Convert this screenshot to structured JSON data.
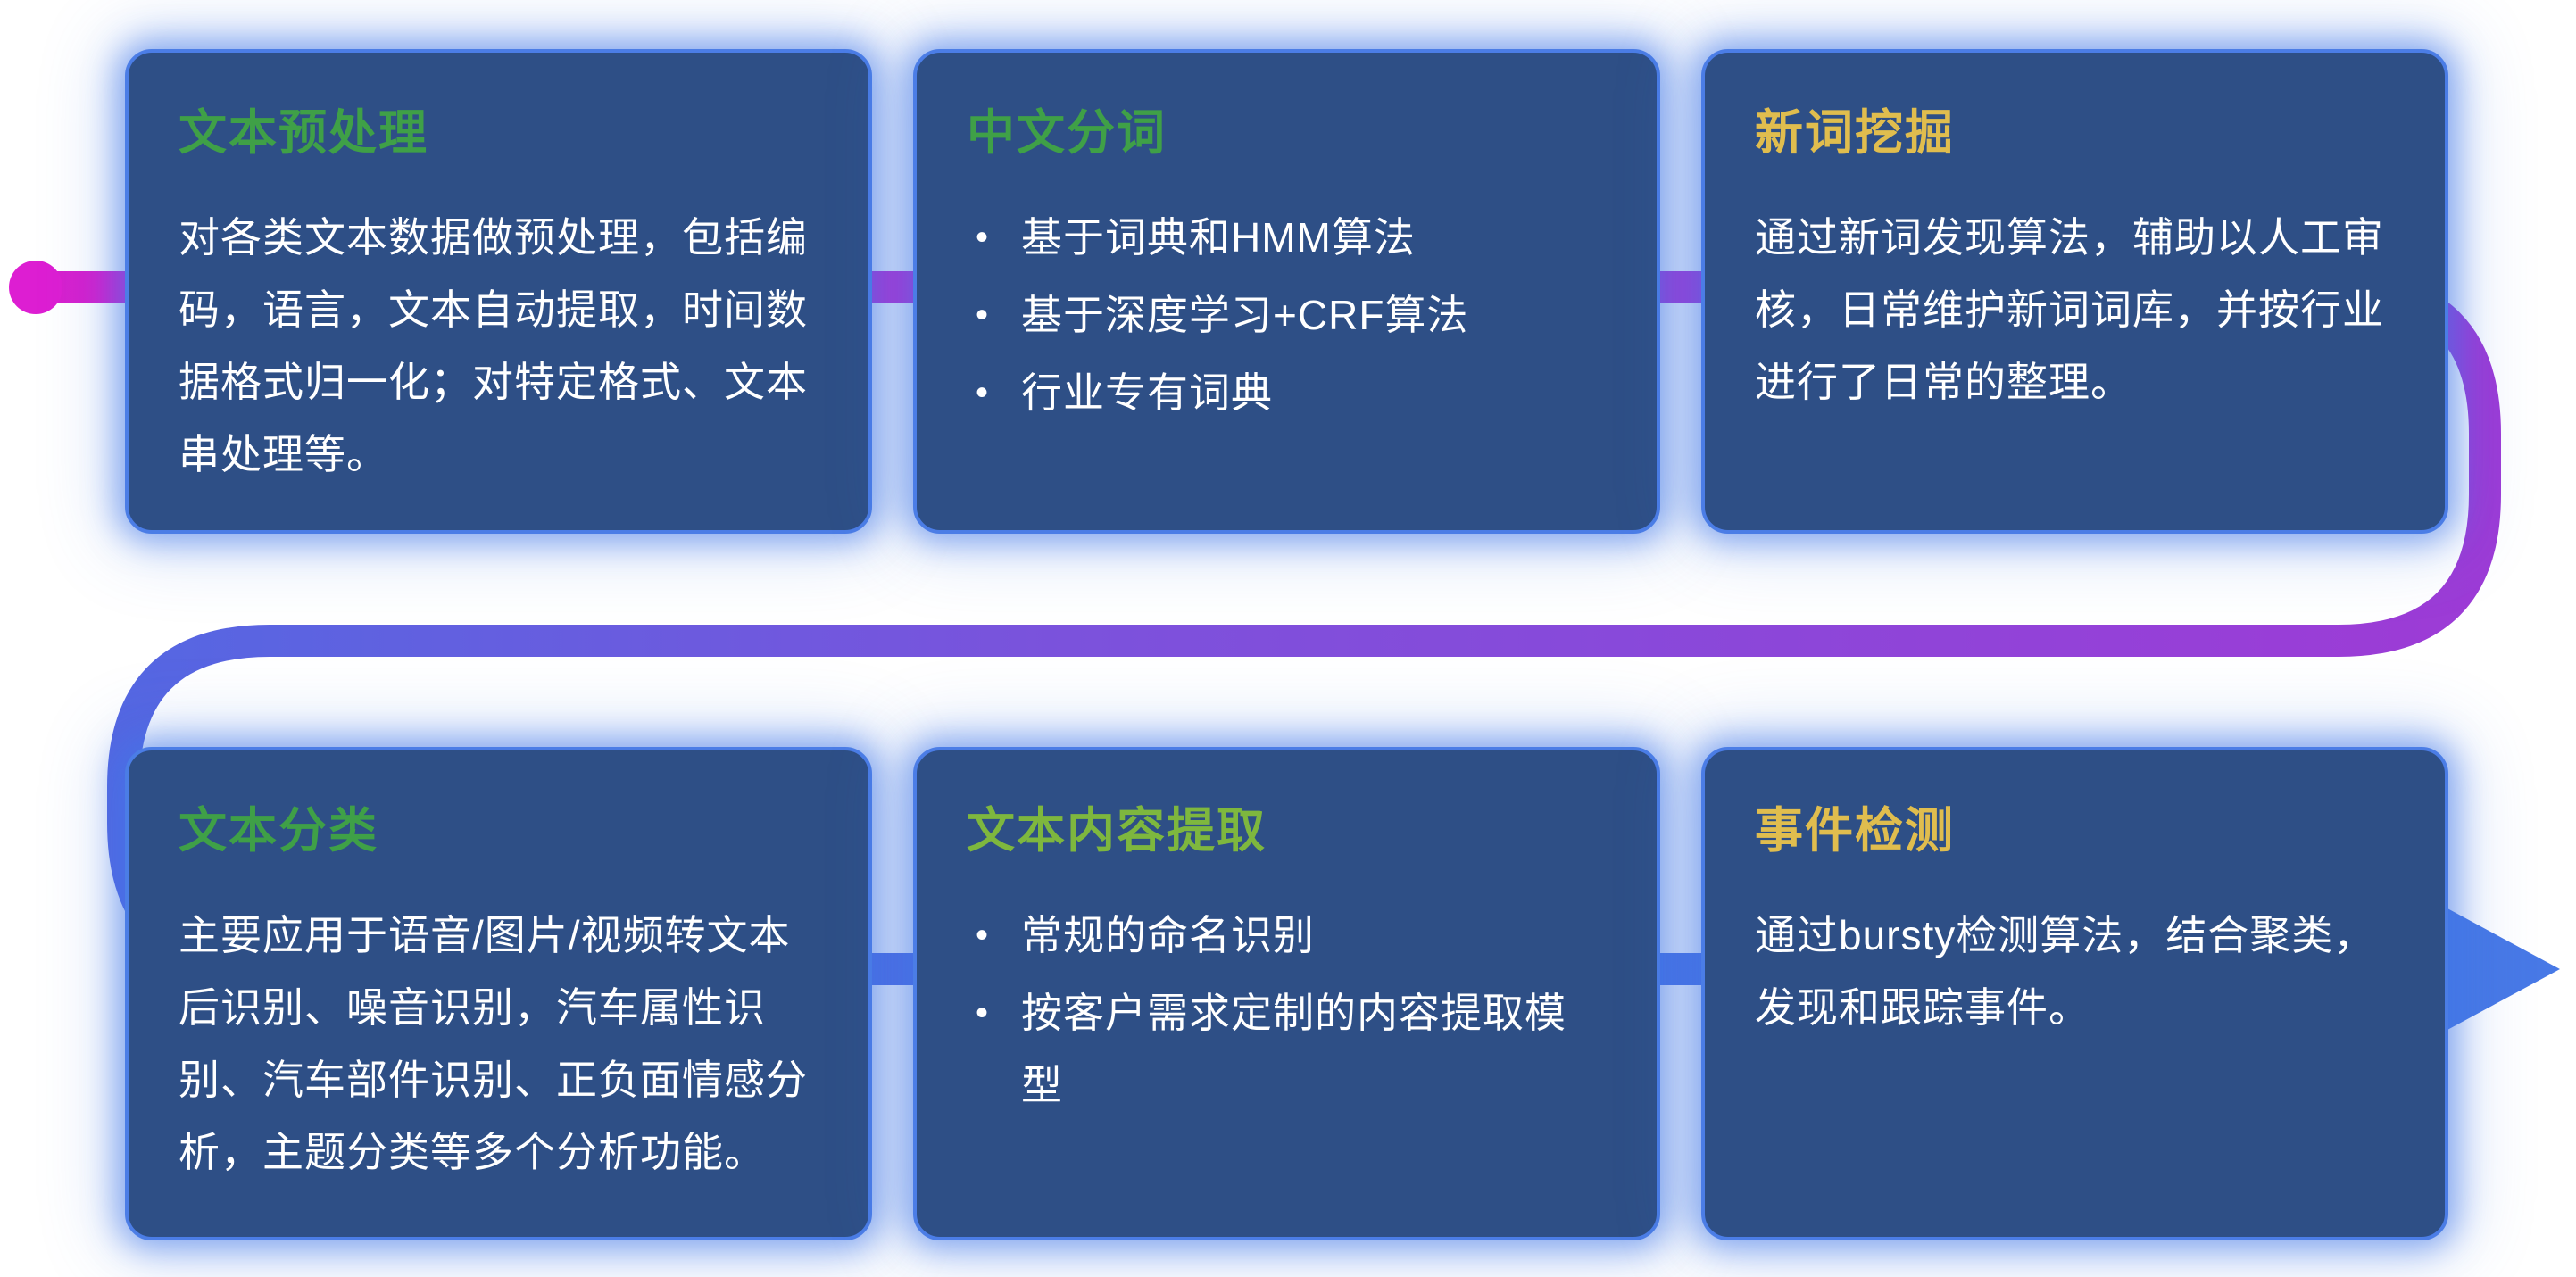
{
  "theme": {
    "page-bg": "#ffffff",
    "card-bg": "#2e4f86",
    "card-border": "#4b7de6",
    "glow": "rgba(64,118,232,0.55)",
    "glow-soft": "rgba(64,118,232,0.25)",
    "text": "#ffffff"
  },
  "flow": {
    "colors": {
      "magenta": "#d81fce",
      "purple": "#9d3bd6",
      "violet": "#5567e2",
      "blue": "#4879e6",
      "dot": "#dd1ed2"
    }
  },
  "cards": [
    {
      "id": "text-preprocessing",
      "title": "文本预处理",
      "title_color": "#3fa047",
      "type": "paragraph",
      "body": "对各类文本数据做预处理，包括编码，语言，文本自动提取，时间数据格式归一化；对特定格式、文本串处理等。"
    },
    {
      "id": "chinese-word-segmentation",
      "title": "中文分词",
      "title_color": "#3fa047",
      "type": "bullets",
      "bullets": [
        "基于词典和HMM算法",
        "基于深度学习+CRF算法",
        "行业专有词典"
      ]
    },
    {
      "id": "new-word-mining",
      "title": "新词挖掘",
      "title_color": "#e0bd4e",
      "type": "paragraph",
      "body": "通过新词发现算法，辅助以人工审核，日常维护新词词库，并按行业进行了日常的整理。"
    },
    {
      "id": "text-classification",
      "title": "文本分类",
      "title_color": "#3fa047",
      "type": "paragraph",
      "body": "主要应用于语音/图片/视频转文本后识别、噪音识别，汽车属性识别、汽车部件识别、正负面情感分析，主题分类等多个分析功能。"
    },
    {
      "id": "text-content-extraction",
      "title": "文本内容提取",
      "title_color": "#7eb73e",
      "type": "bullets",
      "bullets": [
        "常规的命名识别",
        "按客户需求定制的内容提取模型"
      ]
    },
    {
      "id": "event-detection",
      "title": "事件检测",
      "title_color": "#e0bd4e",
      "type": "paragraph",
      "body": "通过bursty检测算法，结合聚类，发现和跟踪事件。"
    }
  ]
}
